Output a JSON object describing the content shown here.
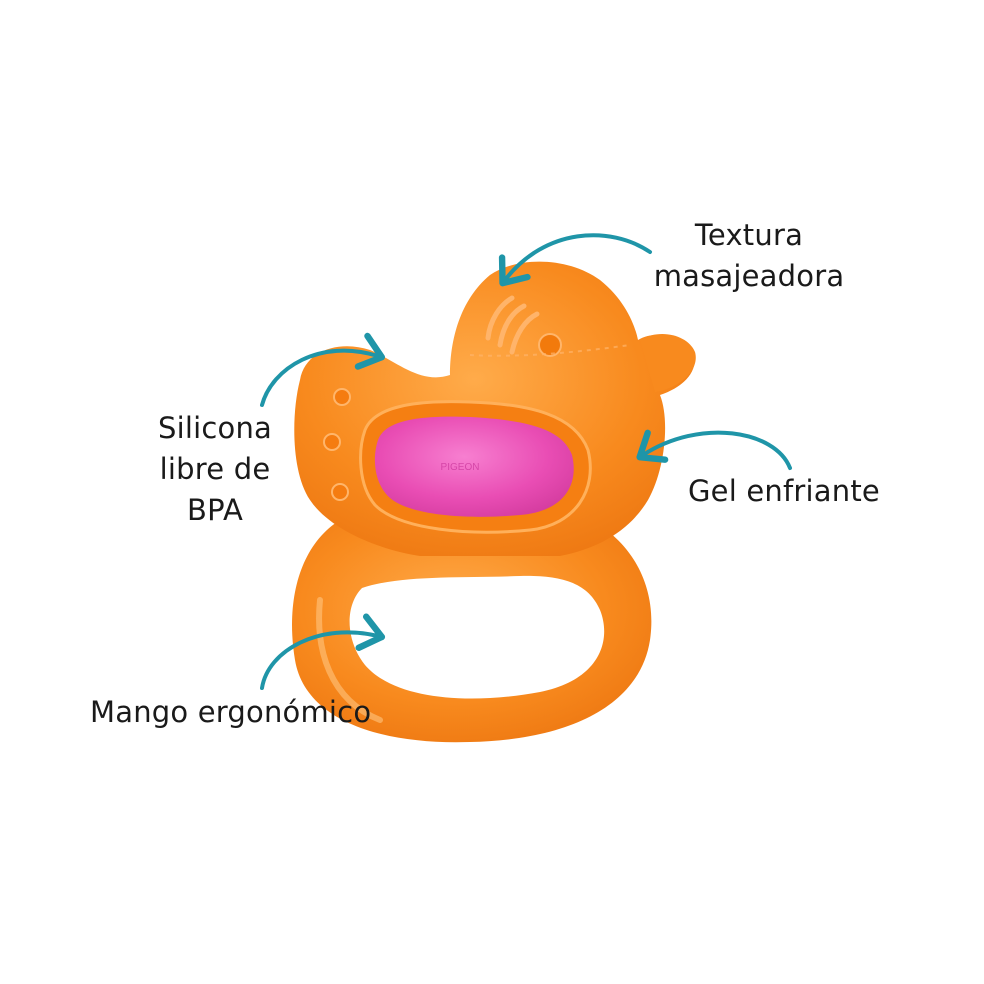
{
  "labels": {
    "textura": [
      "Textura",
      "masajeadora"
    ],
    "silicona": [
      "Silicona",
      "libre de",
      "BPA"
    ],
    "gel": "Gel enfriante",
    "mango": "Mango ergonómico"
  },
  "product": {
    "brand_mark": "PIGEON"
  },
  "colors": {
    "body_orange": "#f7891c",
    "body_highlight": "#ffb054",
    "inner_pink": "#ec4fb5",
    "arrow_teal": "#1f95a8",
    "text": "#1a1a1a"
  }
}
